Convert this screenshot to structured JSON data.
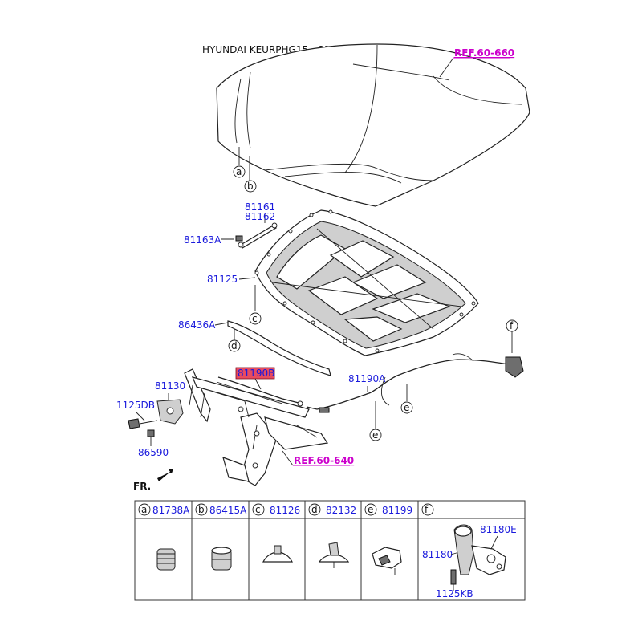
{
  "header": "HYUNDAI KEURPHG15 - 81190B",
  "refs": {
    "top": "REF.60-660",
    "bottom": "REF.60-640"
  },
  "front_label": "FR.",
  "highlight": {
    "part": "81190B",
    "color": "#e84a5f"
  },
  "colors": {
    "part_number": "#1a1adc",
    "reference": "#cc00cc"
  },
  "callouts": {
    "p81161": "81161",
    "p81162": "81162",
    "p81163A": "81163A",
    "p81125": "81125",
    "p86436A": "86436A",
    "p81130": "81130",
    "p1125DB": "1125DB",
    "p86590": "86590",
    "p81190A": "81190A"
  },
  "letters": {
    "a": "a",
    "b": "b",
    "c": "c",
    "d": "d",
    "e": "e",
    "f": "f"
  },
  "legend": {
    "cells": [
      {
        "letter": "a",
        "part": "81738A"
      },
      {
        "letter": "b",
        "part": "86415A"
      },
      {
        "letter": "c",
        "part": "81126"
      },
      {
        "letter": "d",
        "part": "82132"
      },
      {
        "letter": "e",
        "part": "81199"
      },
      {
        "letter": "f",
        "part": ""
      }
    ],
    "f_parts": {
      "p81180E": "81180E",
      "p81180": "81180",
      "p1125KB": "1125KB"
    }
  }
}
